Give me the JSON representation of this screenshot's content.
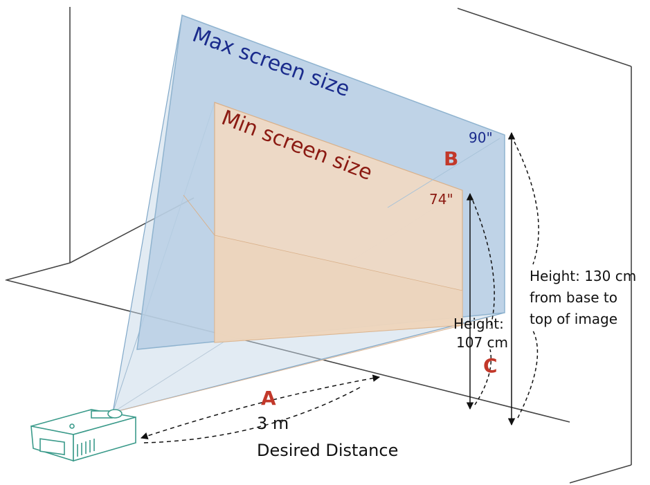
{
  "diagram": {
    "max_label": "Max screen size",
    "min_label": "Min screen size",
    "max_diag": "90\"",
    "min_diag": "74\"",
    "marker_a": "A",
    "marker_b": "B",
    "marker_c": "C",
    "distance_value": "3 m",
    "distance_caption": "Desired Distance",
    "min_height_line1": "Height:",
    "min_height_line2": "107 cm",
    "max_height_line1": "Height: 130 cm",
    "max_height_line2": "from base to",
    "max_height_line3": "top of image"
  },
  "colors": {
    "max_screen": "#b9cfe4",
    "min_screen": "#f2d9c2",
    "blue_text": "#1a2b8c",
    "red_text": "#8b1a12",
    "letter": "#c2382a",
    "outline": "#3a9a8a"
  }
}
